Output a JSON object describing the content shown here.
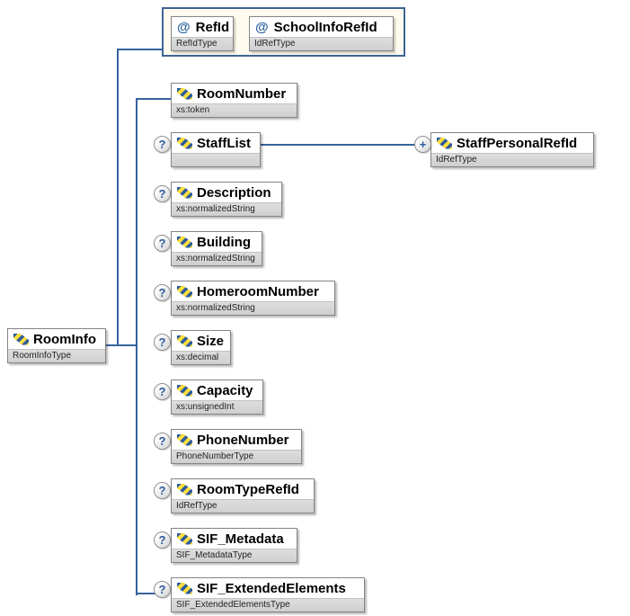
{
  "symbols": {
    "attribute": "@",
    "optional": "?",
    "repeating": "+"
  },
  "root": {
    "name": "RoomInfo",
    "type": "RoomInfoType"
  },
  "attribute_group": {
    "items": [
      {
        "name": "RefId",
        "type": "RefIdType"
      },
      {
        "name": "SchoolInfoRefId",
        "type": "IdRefType"
      }
    ]
  },
  "children": [
    {
      "name": "RoomNumber",
      "type": "xs:token",
      "occurrence": "required"
    },
    {
      "name": "StaffList",
      "type": "",
      "occurrence": "optional"
    },
    {
      "name": "Description",
      "type": "xs:normalizedString",
      "occurrence": "optional"
    },
    {
      "name": "Building",
      "type": "xs:normalizedString",
      "occurrence": "optional"
    },
    {
      "name": "HomeroomNumber",
      "type": "xs:normalizedString",
      "occurrence": "optional"
    },
    {
      "name": "Size",
      "type": "xs:decimal",
      "occurrence": "optional"
    },
    {
      "name": "Capacity",
      "type": "xs:unsignedInt",
      "occurrence": "optional"
    },
    {
      "name": "PhoneNumber",
      "type": "PhoneNumberType",
      "occurrence": "optional"
    },
    {
      "name": "RoomTypeRefId",
      "type": "IdRefType",
      "occurrence": "optional"
    },
    {
      "name": "SIF_Metadata",
      "type": "SIF_MetadataType",
      "occurrence": "optional"
    },
    {
      "name": "SIF_ExtendedElements",
      "type": "SIF_ExtendedElementsType",
      "occurrence": "optional"
    }
  ],
  "grandchild": {
    "name": "StaffPersonalRefId",
    "type": "IdRefType",
    "occurrence": "repeating"
  },
  "colors": {
    "connector_line": "#35639c",
    "box_border": "#858585",
    "type_strip_bg": "#d6d6d6",
    "attr_container_bg": "#fffbee",
    "attr_container_border": "#3c6595",
    "icon_blue": "#2d5b9e",
    "icon_yellow": "#ffdf3d",
    "marker_glyph": "#2d5b9e"
  }
}
